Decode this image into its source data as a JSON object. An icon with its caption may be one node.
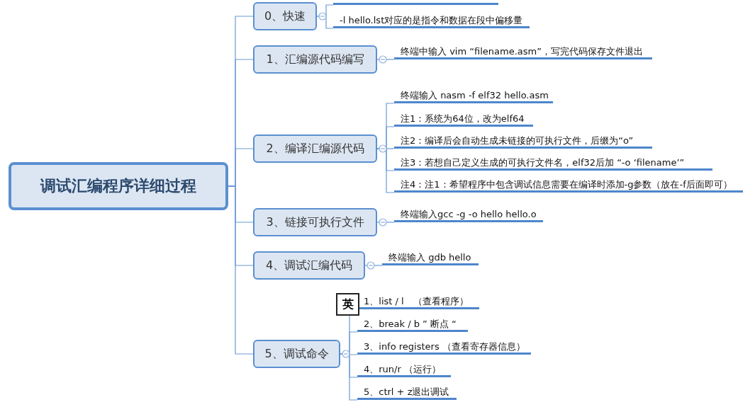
{
  "diagram": {
    "nodes": [
      {
        "text": [
          "调试汇编程序详细过程"
        ]
      },
      {
        "text": [
          "0、快速"
        ]
      },
      {
        "text": [],
        "shape": "bar"
      },
      {
        "text": [
          "-l hello.lst对应的是指令和数据在段中偏移量"
        ]
      },
      {
        "text": [
          "1、汇编源代码编写"
        ]
      },
      {
        "text": [
          "终端中输入 vim “filename.asm”，写完代码保存文件退出"
        ]
      },
      {
        "text": [
          "2、编译汇编源代码"
        ]
      },
      {
        "text": [
          "终端输入 nasm -f elf32 hello.asm"
        ]
      },
      {
        "text": [
          "注1：系统为64位，改为elf64"
        ]
      },
      {
        "text": [
          "注2：编译后会自动生成未链接的可执行文件，后缀为“o”"
        ]
      },
      {
        "text": [
          "注3：若想自己定义生成的可执行文件名，elf32后加 “-o ‘filename’”"
        ]
      },
      {
        "text": [
          "注4：注1：希望程序中包含调试信息需要在编译时添加-g参数（放在-f后面即可）"
        ]
      },
      {
        "text": [
          "3、链接可执行文件"
        ]
      },
      {
        "text": [
          "终端输入gcc -g -o hello hello.o"
        ]
      },
      {
        "text": [
          "4、调试汇编代码"
        ]
      },
      {
        "text": [
          "终端输入 gdb hello"
        ]
      },
      {
        "text": [
          "5、调试命令"
        ]
      },
      {
        "text": [
          "1、list / l　（查看程序）"
        ]
      },
      {
        "text": [
          "2、break / b ” 断点 “"
        ]
      },
      {
        "text": [
          "3、info registers （查看寄存器信息）"
        ]
      },
      {
        "text": [
          "4、run/r （运行）"
        ]
      },
      {
        "text": [
          "5、ctrl + z退出调试"
        ]
      }
    ],
    "edges": [
      {
        "from": 0,
        "to": 1,
        "arrow": "none"
      },
      {
        "from": 0,
        "to": 4,
        "arrow": "none"
      },
      {
        "from": 0,
        "to": 6,
        "arrow": "none"
      },
      {
        "from": 0,
        "to": 12,
        "arrow": "none"
      },
      {
        "from": 0,
        "to": 14,
        "arrow": "none"
      },
      {
        "from": 0,
        "to": 16,
        "arrow": "none"
      },
      {
        "from": 1,
        "to": 2,
        "arrow": "none"
      },
      {
        "from": 1,
        "to": 3,
        "arrow": "none"
      },
      {
        "from": 4,
        "to": 5,
        "arrow": "none"
      },
      {
        "from": 6,
        "to": 7,
        "arrow": "none"
      },
      {
        "from": 6,
        "to": 8,
        "arrow": "none"
      },
      {
        "from": 6,
        "to": 9,
        "arrow": "none"
      },
      {
        "from": 6,
        "to": 10,
        "arrow": "none"
      },
      {
        "from": 6,
        "to": 11,
        "arrow": "none"
      },
      {
        "from": 12,
        "to": 13,
        "arrow": "none"
      },
      {
        "from": 14,
        "to": 15,
        "arrow": "none"
      },
      {
        "from": 16,
        "to": 17,
        "arrow": "none"
      },
      {
        "from": 16,
        "to": 18,
        "arrow": "none"
      },
      {
        "from": 16,
        "to": 19,
        "arrow": "none"
      },
      {
        "from": 16,
        "to": 20,
        "arrow": "none"
      },
      {
        "from": 16,
        "to": 21,
        "arrow": "none"
      }
    ],
    "labels": [
      "英"
    ]
  }
}
